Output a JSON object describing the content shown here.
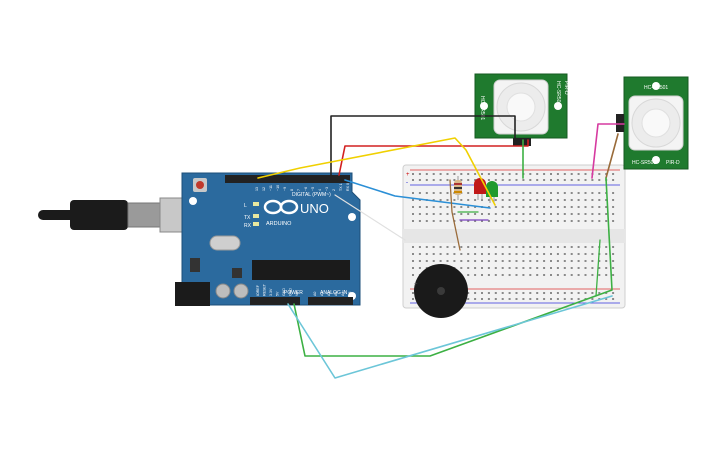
{
  "arduino": {
    "brand_text": "UNO",
    "maker_text": "ARDUINO",
    "digital_label": "DIGITAL (PWM~)",
    "power_label": "POWER",
    "analog_label": "ANALOG IN",
    "aref_label": "AREF",
    "gnd_label": "GND",
    "led_l_label": "L",
    "tx_label": "TX",
    "rx_label": "RX",
    "digital_pins": [
      "13",
      "12",
      "~11",
      "~10",
      "~9",
      "8",
      "7",
      "~6",
      "~5",
      "4",
      "~3",
      "2",
      "TX 1",
      "RX 0"
    ],
    "power_pins": [
      "IOREF",
      "RESET",
      "3.3V",
      "5V",
      "GND",
      "GND",
      "Vin"
    ],
    "analog_pins": [
      "A0",
      "A1",
      "A2",
      "A3",
      "A4",
      "A5"
    ]
  },
  "pir_sensor_1": {
    "label_a": "HC-SR501",
    "label_b": "PIR-D",
    "label_c": "HC-SR501"
  },
  "pir_sensor_2": {
    "label_a": "HC-SR501",
    "label_b": "PIR-D",
    "label_c": "HC-SR501"
  },
  "breadboard": {
    "plus_label": "+",
    "minus_label": "-"
  },
  "colors": {
    "arduino_board": "#2b6a9e",
    "breadboard": "#f2f2f2",
    "pir_board": "#1f7a2e",
    "wire_black": "#222222",
    "wire_red": "#d22020",
    "wire_yellow": "#f0d000",
    "wire_blue": "#2b8fd6",
    "wire_green": "#3cb043",
    "wire_magenta": "#d63aa0",
    "wire_brown": "#9a6b3a",
    "wire_cyan": "#6cc6d8",
    "wire_purple": "#7a3fbf",
    "led_red": "#c01818",
    "led_green": "#1e9a2e",
    "buzzer": "#1a1a1a"
  }
}
